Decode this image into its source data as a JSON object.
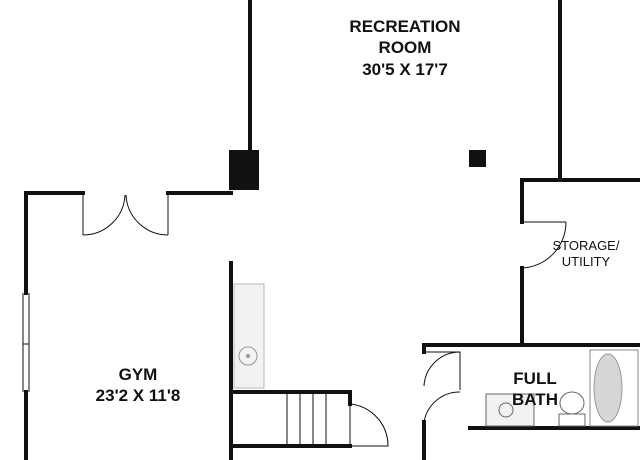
{
  "rooms": {
    "recreation": {
      "name_line1": "RECREATION",
      "name_line2": "ROOM",
      "dimensions": "30'5 X 17'7"
    },
    "gym": {
      "name": "GYM",
      "dimensions": "23'2 X 11'8"
    },
    "storage": {
      "name_line1": "STORAGE/",
      "name_line2": "UTILITY"
    },
    "bath": {
      "name_line1": "FULL",
      "name_line2": "BATH"
    }
  },
  "colors": {
    "wall": "#111111",
    "fixture_fill": "#f2f2f2",
    "tub_fill": "#d6d6d6"
  }
}
